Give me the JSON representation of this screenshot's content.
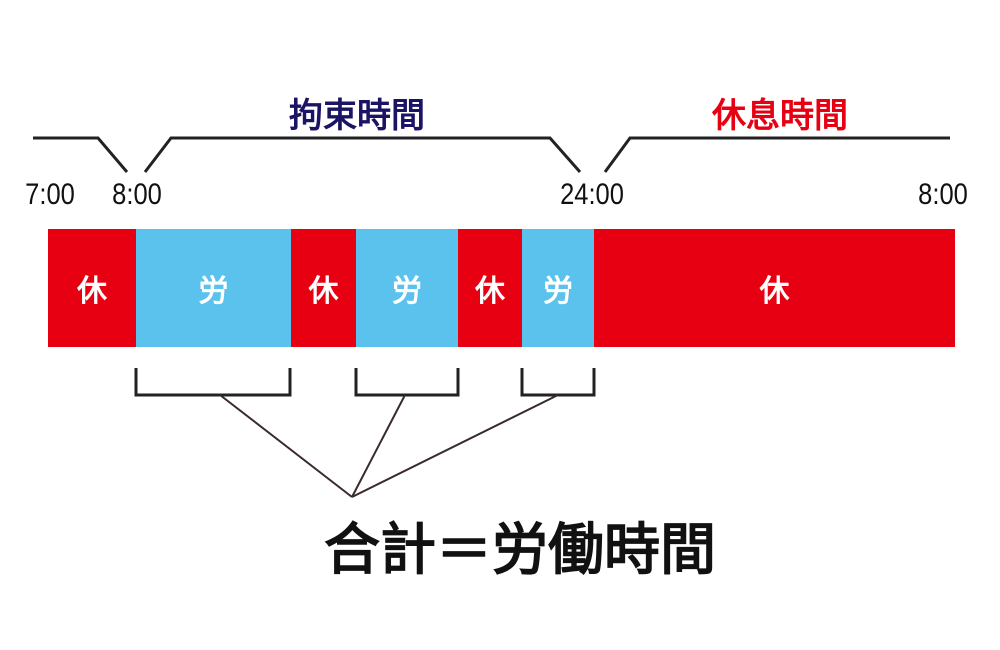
{
  "headers": {
    "restraint": "拘束時間",
    "rest": "休息時間"
  },
  "times": [
    "7:00",
    "8:00",
    "24:00",
    "8:00"
  ],
  "segments": [
    {
      "label": "休",
      "type": "rest"
    },
    {
      "label": "労",
      "type": "work"
    },
    {
      "label": "休",
      "type": "rest"
    },
    {
      "label": "労",
      "type": "work"
    },
    {
      "label": "休",
      "type": "rest"
    },
    {
      "label": "労",
      "type": "work"
    },
    {
      "label": "休",
      "type": "rest"
    }
  ],
  "total_label": "合計＝労働時間",
  "colors": {
    "rest": "#e60012",
    "work": "#5bc2ee",
    "navy": "#1b1464"
  }
}
